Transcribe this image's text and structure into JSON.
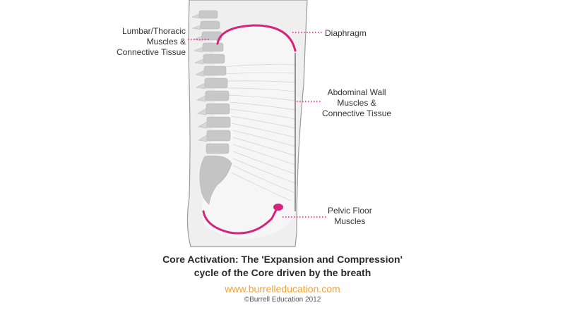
{
  "labels": {
    "lumbar": [
      "Lumbar/Thoracic",
      "Muscles &",
      "Connective Tissue"
    ],
    "diaphragm": "Diaphragm",
    "abdominal": [
      "Abdominal Wall",
      "Muscles &",
      "Connective Tissue"
    ],
    "pelvic": [
      "Pelvic Floor",
      "Muscles"
    ]
  },
  "caption": {
    "line1": "Core Activation: The 'Expansion and Compression'",
    "line2": "cycle of the Core driven by the breath"
  },
  "website": "www.burrelleducation.com",
  "copyright": "©Burrell Education 2012",
  "colors": {
    "accent_magenta": "#d6247a",
    "website_orange": "#f0a33a",
    "body_fill": "#efefef",
    "outline": "#9a9a9a",
    "spine": "#c8c8c8"
  }
}
